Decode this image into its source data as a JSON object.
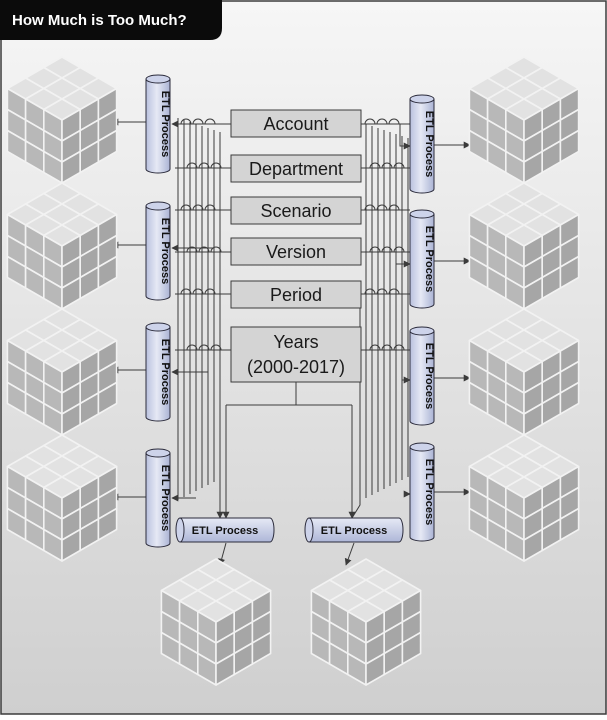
{
  "title": "How Much is Too Much?",
  "etl_label": "ETL Process",
  "dimensions": [
    {
      "id": "account",
      "label": "Account"
    },
    {
      "id": "department",
      "label": "Department"
    },
    {
      "id": "scenario",
      "label": "Scenario"
    },
    {
      "id": "version",
      "label": "Version"
    },
    {
      "id": "period",
      "label": "Period"
    },
    {
      "id": "years",
      "label": "Years",
      "label_line2": "(2000-2017)"
    }
  ],
  "colors": {
    "background_top": "#f6f6f6",
    "background_bottom": "#cfcfcf",
    "title_bar": "#0b0b0b",
    "dimension_fill": "#d4d4d4",
    "etl_fill": "#cdd3ea",
    "cube_top": "#e2e2e2",
    "cube_left": "#b8b8b8",
    "cube_right": "#a6a6a6",
    "line": "#3b3b3b"
  }
}
